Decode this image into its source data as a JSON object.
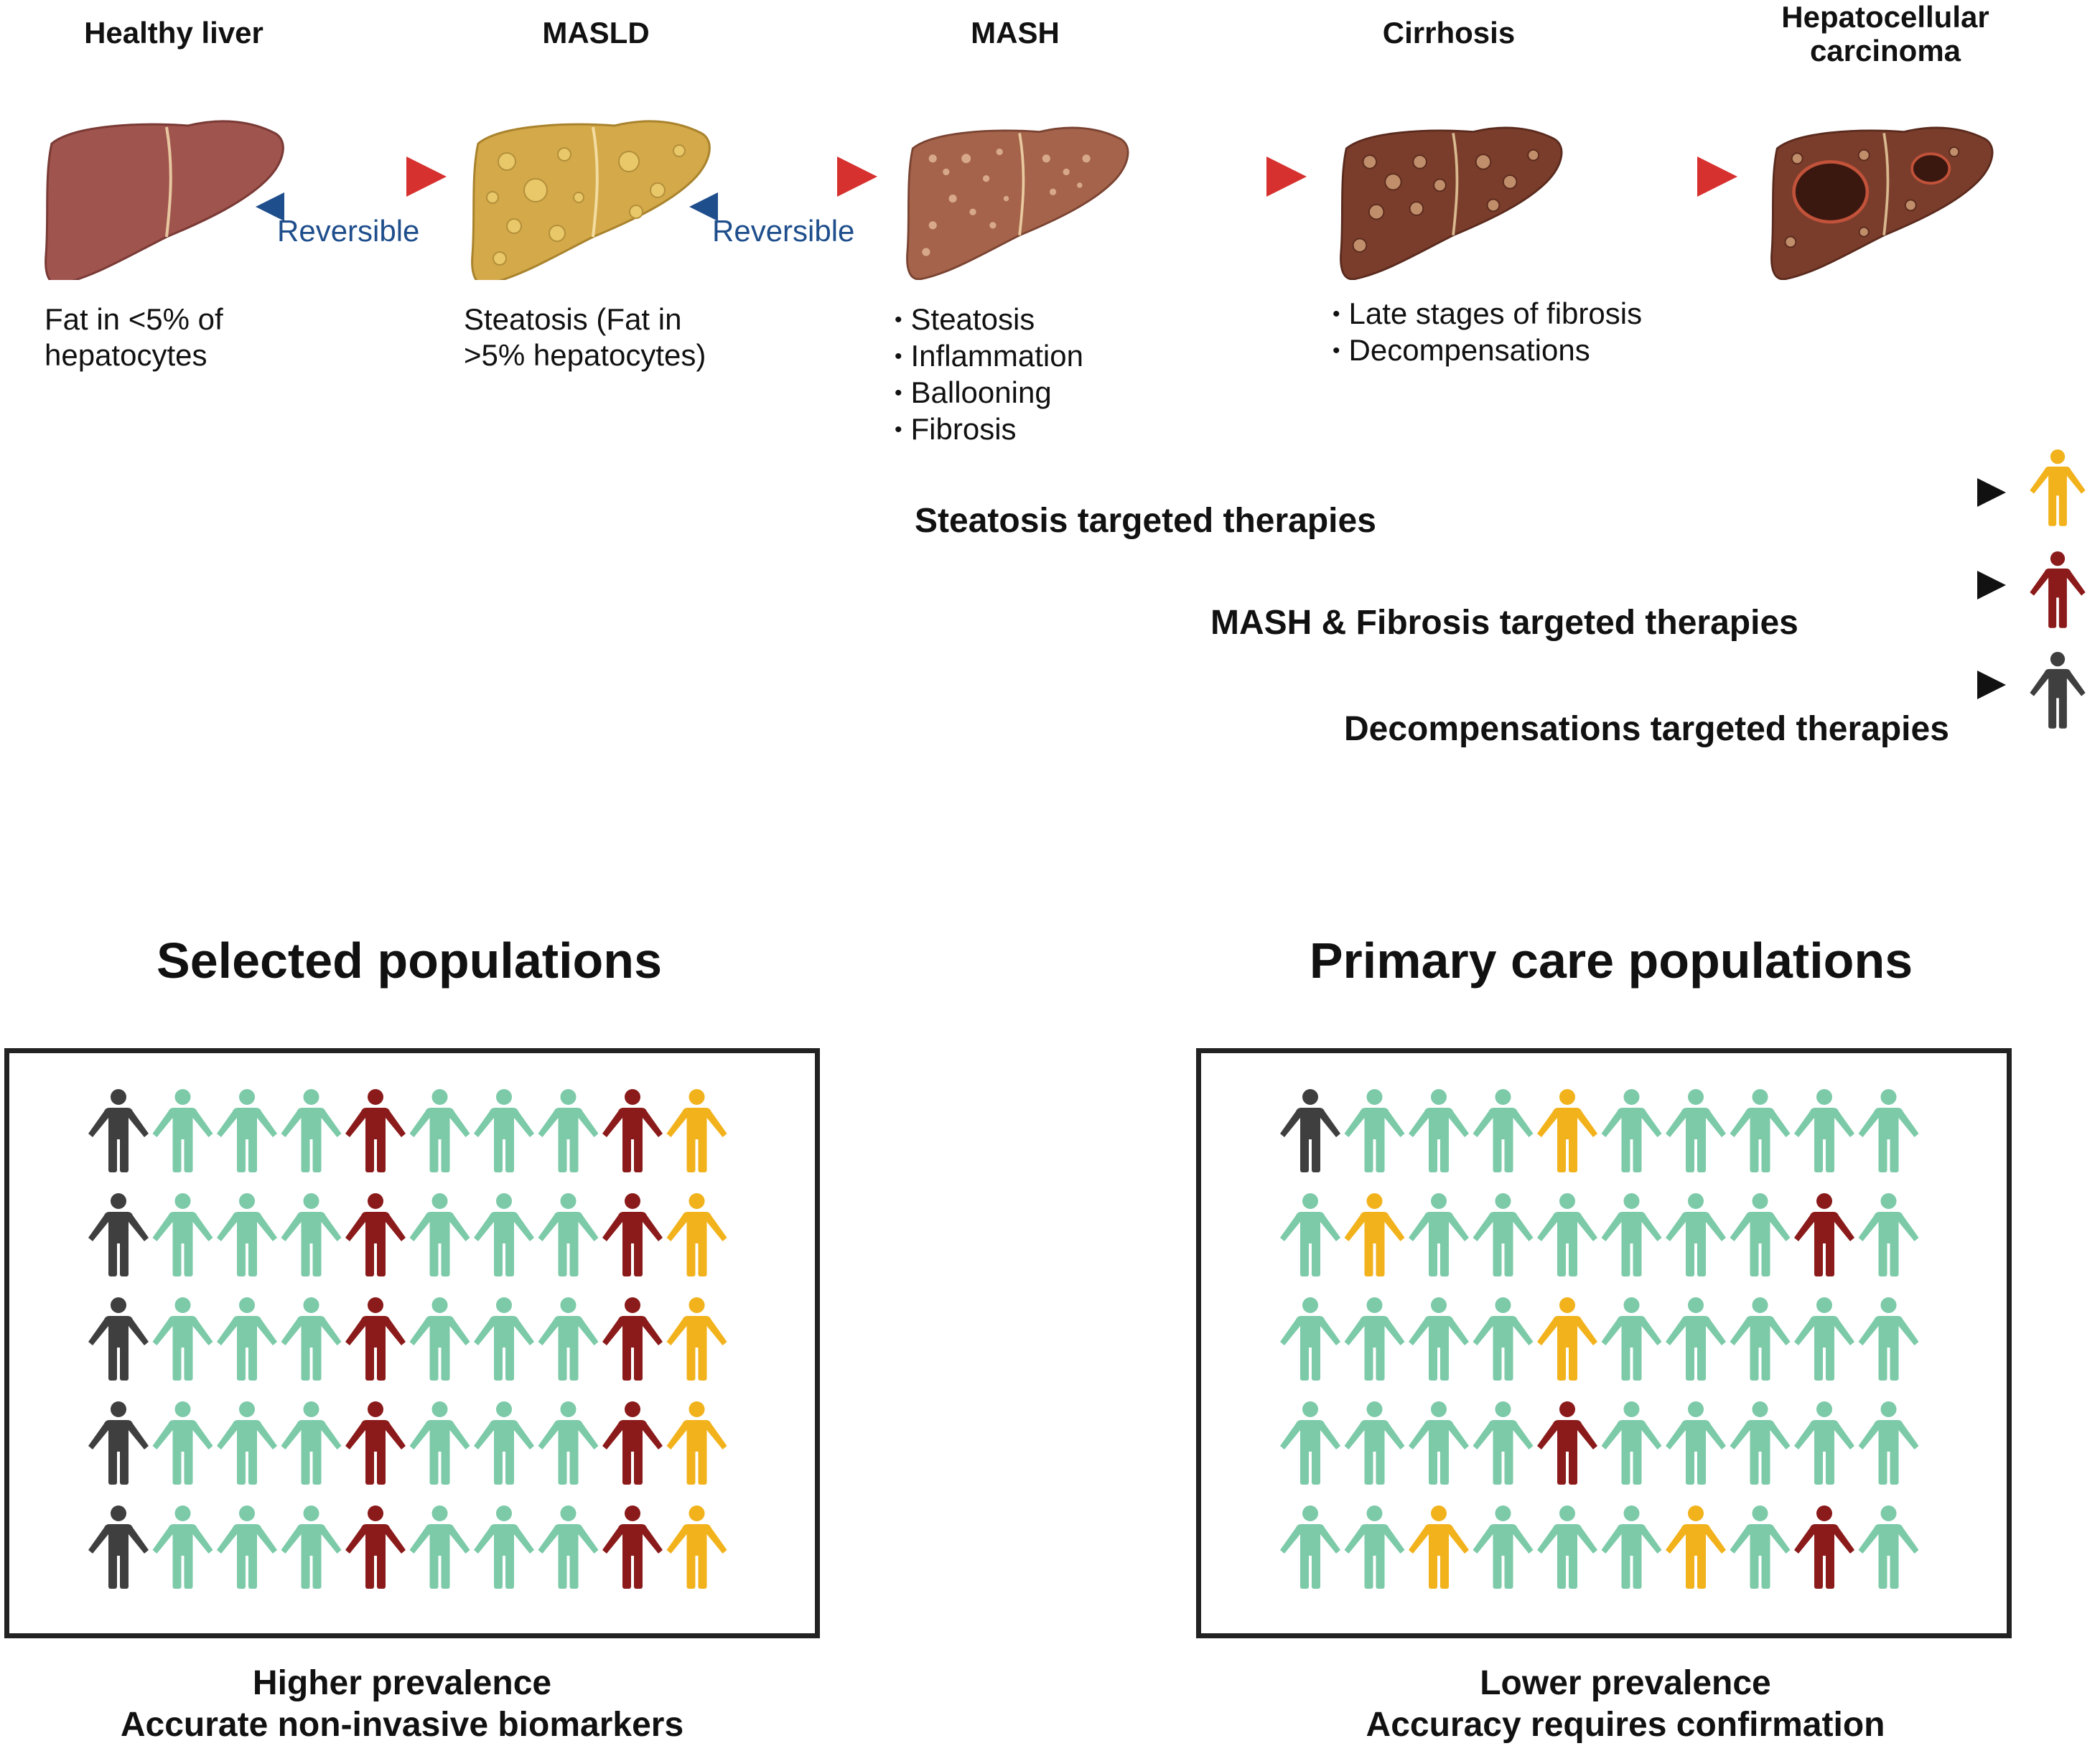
{
  "colors": {
    "healthy_person": "#7ccaa8",
    "steatosis_person": "#f2b21c",
    "mash_person": "#8b1a1a",
    "decompensation_person": "#3f3f3f",
    "progression_arrow": "#d6312f",
    "reversible_arrow": "#1f4e8c"
  },
  "stages": [
    {
      "title": "Healthy liver",
      "description": "Fat in <5% of\nhepatocytes",
      "icon": "healthy-liver-icon"
    },
    {
      "title": "MASLD",
      "description": "Steatosis (Fat in\n>5% hepatocytes)",
      "icon": "fatty-liver-icon"
    },
    {
      "title": "MASH",
      "bullets": [
        "Steatosis",
        "Inflammation",
        "Ballooning",
        "Fibrosis"
      ],
      "icon": "mash-liver-icon"
    },
    {
      "title": "Cirrhosis",
      "bullets": [
        "Late stages of fibrosis",
        "Decompensations"
      ],
      "icon": "cirrhotic-liver-icon"
    },
    {
      "title": "Hepatocellular\ncarcinoma",
      "icon": "hcc-liver-icon"
    }
  ],
  "reversible_label": "Reversible",
  "therapies": [
    {
      "label": "Steatosis targeted therapies",
      "person": "steatosis"
    },
    {
      "label": "MASH & Fibrosis targeted therapies",
      "person": "mash"
    },
    {
      "label": "Decompensations targeted therapies",
      "person": "decompensation"
    }
  ],
  "populations": [
    {
      "title": "Selected populations",
      "caption_line1": "Higher prevalence",
      "caption_line2": "Accurate non-invasive biomarkers",
      "grid": [
        [
          "D",
          "H",
          "H",
          "H",
          "M",
          "H",
          "H",
          "H",
          "M",
          "S"
        ],
        [
          "D",
          "H",
          "H",
          "H",
          "M",
          "H",
          "H",
          "H",
          "M",
          "S"
        ],
        [
          "D",
          "H",
          "H",
          "H",
          "M",
          "H",
          "H",
          "H",
          "M",
          "S"
        ],
        [
          "D",
          "H",
          "H",
          "H",
          "M",
          "H",
          "H",
          "H",
          "M",
          "S"
        ],
        [
          "D",
          "H",
          "H",
          "H",
          "M",
          "H",
          "H",
          "H",
          "M",
          "S"
        ]
      ]
    },
    {
      "title": "Primary care populations",
      "caption_line1": "Lower prevalence",
      "caption_line2": "Accuracy requires confirmation",
      "grid": [
        [
          "D",
          "H",
          "H",
          "H",
          "S",
          "H",
          "H",
          "H",
          "H",
          "H"
        ],
        [
          "H",
          "S",
          "H",
          "H",
          "H",
          "H",
          "H",
          "H",
          "M",
          "H"
        ],
        [
          "H",
          "H",
          "H",
          "H",
          "S",
          "H",
          "H",
          "H",
          "H",
          "H"
        ],
        [
          "H",
          "H",
          "H",
          "H",
          "M",
          "H",
          "H",
          "H",
          "H",
          "H"
        ],
        [
          "H",
          "H",
          "S",
          "H",
          "H",
          "H",
          "S",
          "H",
          "M",
          "H"
        ]
      ]
    }
  ]
}
